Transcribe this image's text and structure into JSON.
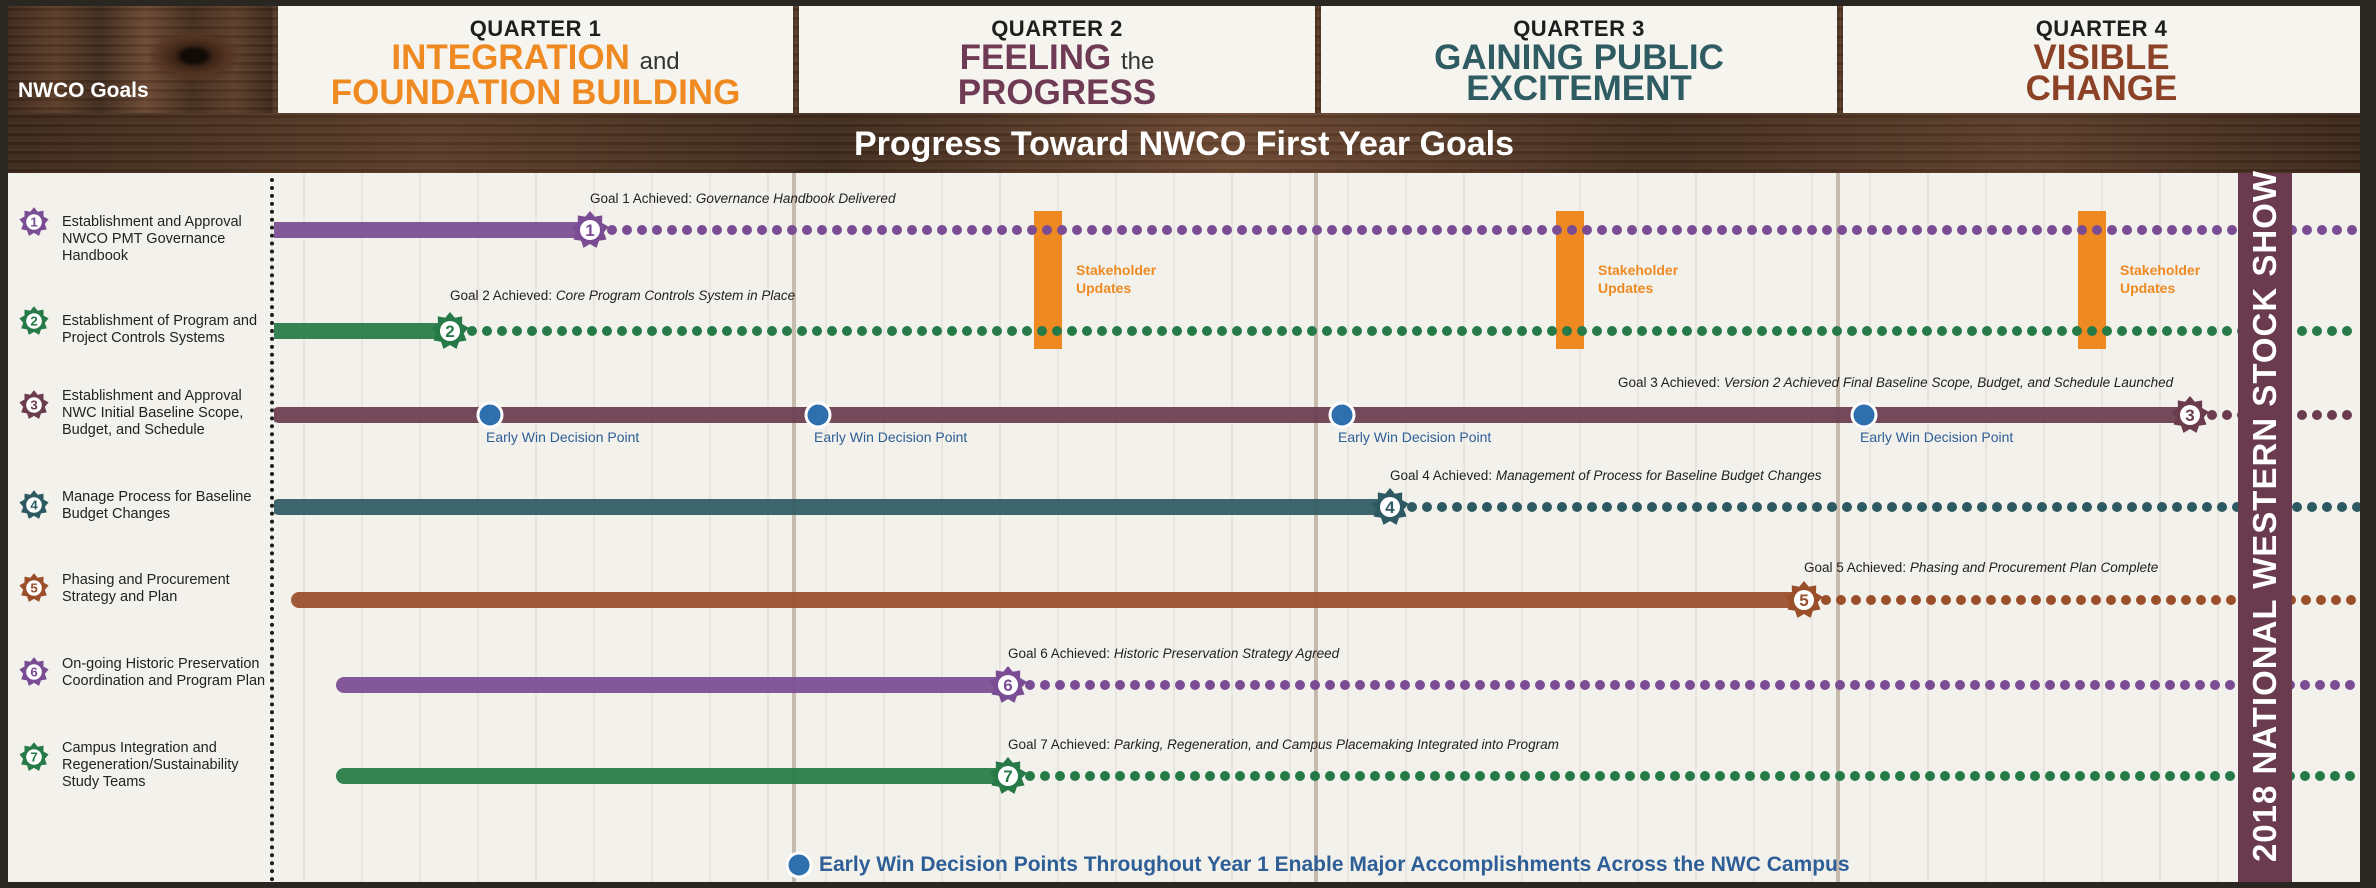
{
  "corner_label": "NWCO Goals",
  "quarters": [
    {
      "num": "QUARTER 1",
      "line1": "INTEGRATION",
      "and": "and",
      "line2": "FOUNDATION BUILDING",
      "color": "#ef8a22"
    },
    {
      "num": "QUARTER 2",
      "line1": "FEELING",
      "and": "the",
      "line2": "PROGRESS",
      "color": "#6e3a54"
    },
    {
      "num": "QUARTER 3",
      "line1": "GAINING PUBLIC",
      "and": "",
      "line2": "EXCITEMENT",
      "color": "#2f5c62"
    },
    {
      "num": "QUARTER 4",
      "line1": "VISIBLE",
      "and": "",
      "line2": "CHANGE",
      "color": "#8b4226"
    }
  ],
  "banner_title": "Progress Toward NWCO First Year Goals",
  "side_banner": "2018 NATIONAL WESTERN STOCK SHOW",
  "footer_text": "Early Win Decision Points Throughout Year 1 Enable Major Accomplishments Across the NWC Campus",
  "stakeholder_label": "Stakeholder Updates",
  "early_win_label": "Early Win Decision Point",
  "goals": [
    {
      "num": "1",
      "label": "Establishment and Approval NWCO PMT Governance Handbook",
      "color": "#7a4c93",
      "achieved_prefix": "Goal 1 Achieved:",
      "achieved_text": "Governance Handbook Delivered"
    },
    {
      "num": "2",
      "label": "Establishment of Program and Project Controls Systems",
      "color": "#257a47",
      "achieved_prefix": "Goal 2 Achieved:",
      "achieved_text": "Core Program Controls System in Place"
    },
    {
      "num": "3",
      "label": "Establishment and Approval NWC Initial Baseline Scope, Budget, and Schedule",
      "color": "#6a3c4e",
      "achieved_prefix": "Goal 3 Achieved:",
      "achieved_text": "Version 2 Achieved Final Baseline Scope, Budget, and Schedule Launched"
    },
    {
      "num": "4",
      "label": "Manage Process for Baseline Budget Changes",
      "color": "#2d5a62",
      "achieved_prefix": "Goal 4 Achieved:",
      "achieved_text": "Management of Process for Baseline Budget Changes"
    },
    {
      "num": "5",
      "label": "Phasing and Procurement Strategy and Plan",
      "color": "#9a4e2a",
      "achieved_prefix": "Goal 5 Achieved:",
      "achieved_text": "Phasing and Procurement Plan Complete"
    },
    {
      "num": "6",
      "label": "On-going Historic Preservation Coordination and Program Plan",
      "color": "#7a4c93",
      "achieved_prefix": "Goal 6 Achieved:",
      "achieved_text": "Historic Preservation Strategy Agreed"
    },
    {
      "num": "7",
      "label": "Campus Integration and Regeneration/Sustainability Study Teams",
      "color": "#257a47",
      "achieved_prefix": "Goal 7 Achieved:",
      "achieved_text": "Parking, Regeneration, and Campus Placemaking Integrated into Program"
    }
  ],
  "colors": {
    "accent_orange": "#ef8a22",
    "decision_blue": "#2e6fae",
    "side_banner": "#6a3a4e"
  }
}
